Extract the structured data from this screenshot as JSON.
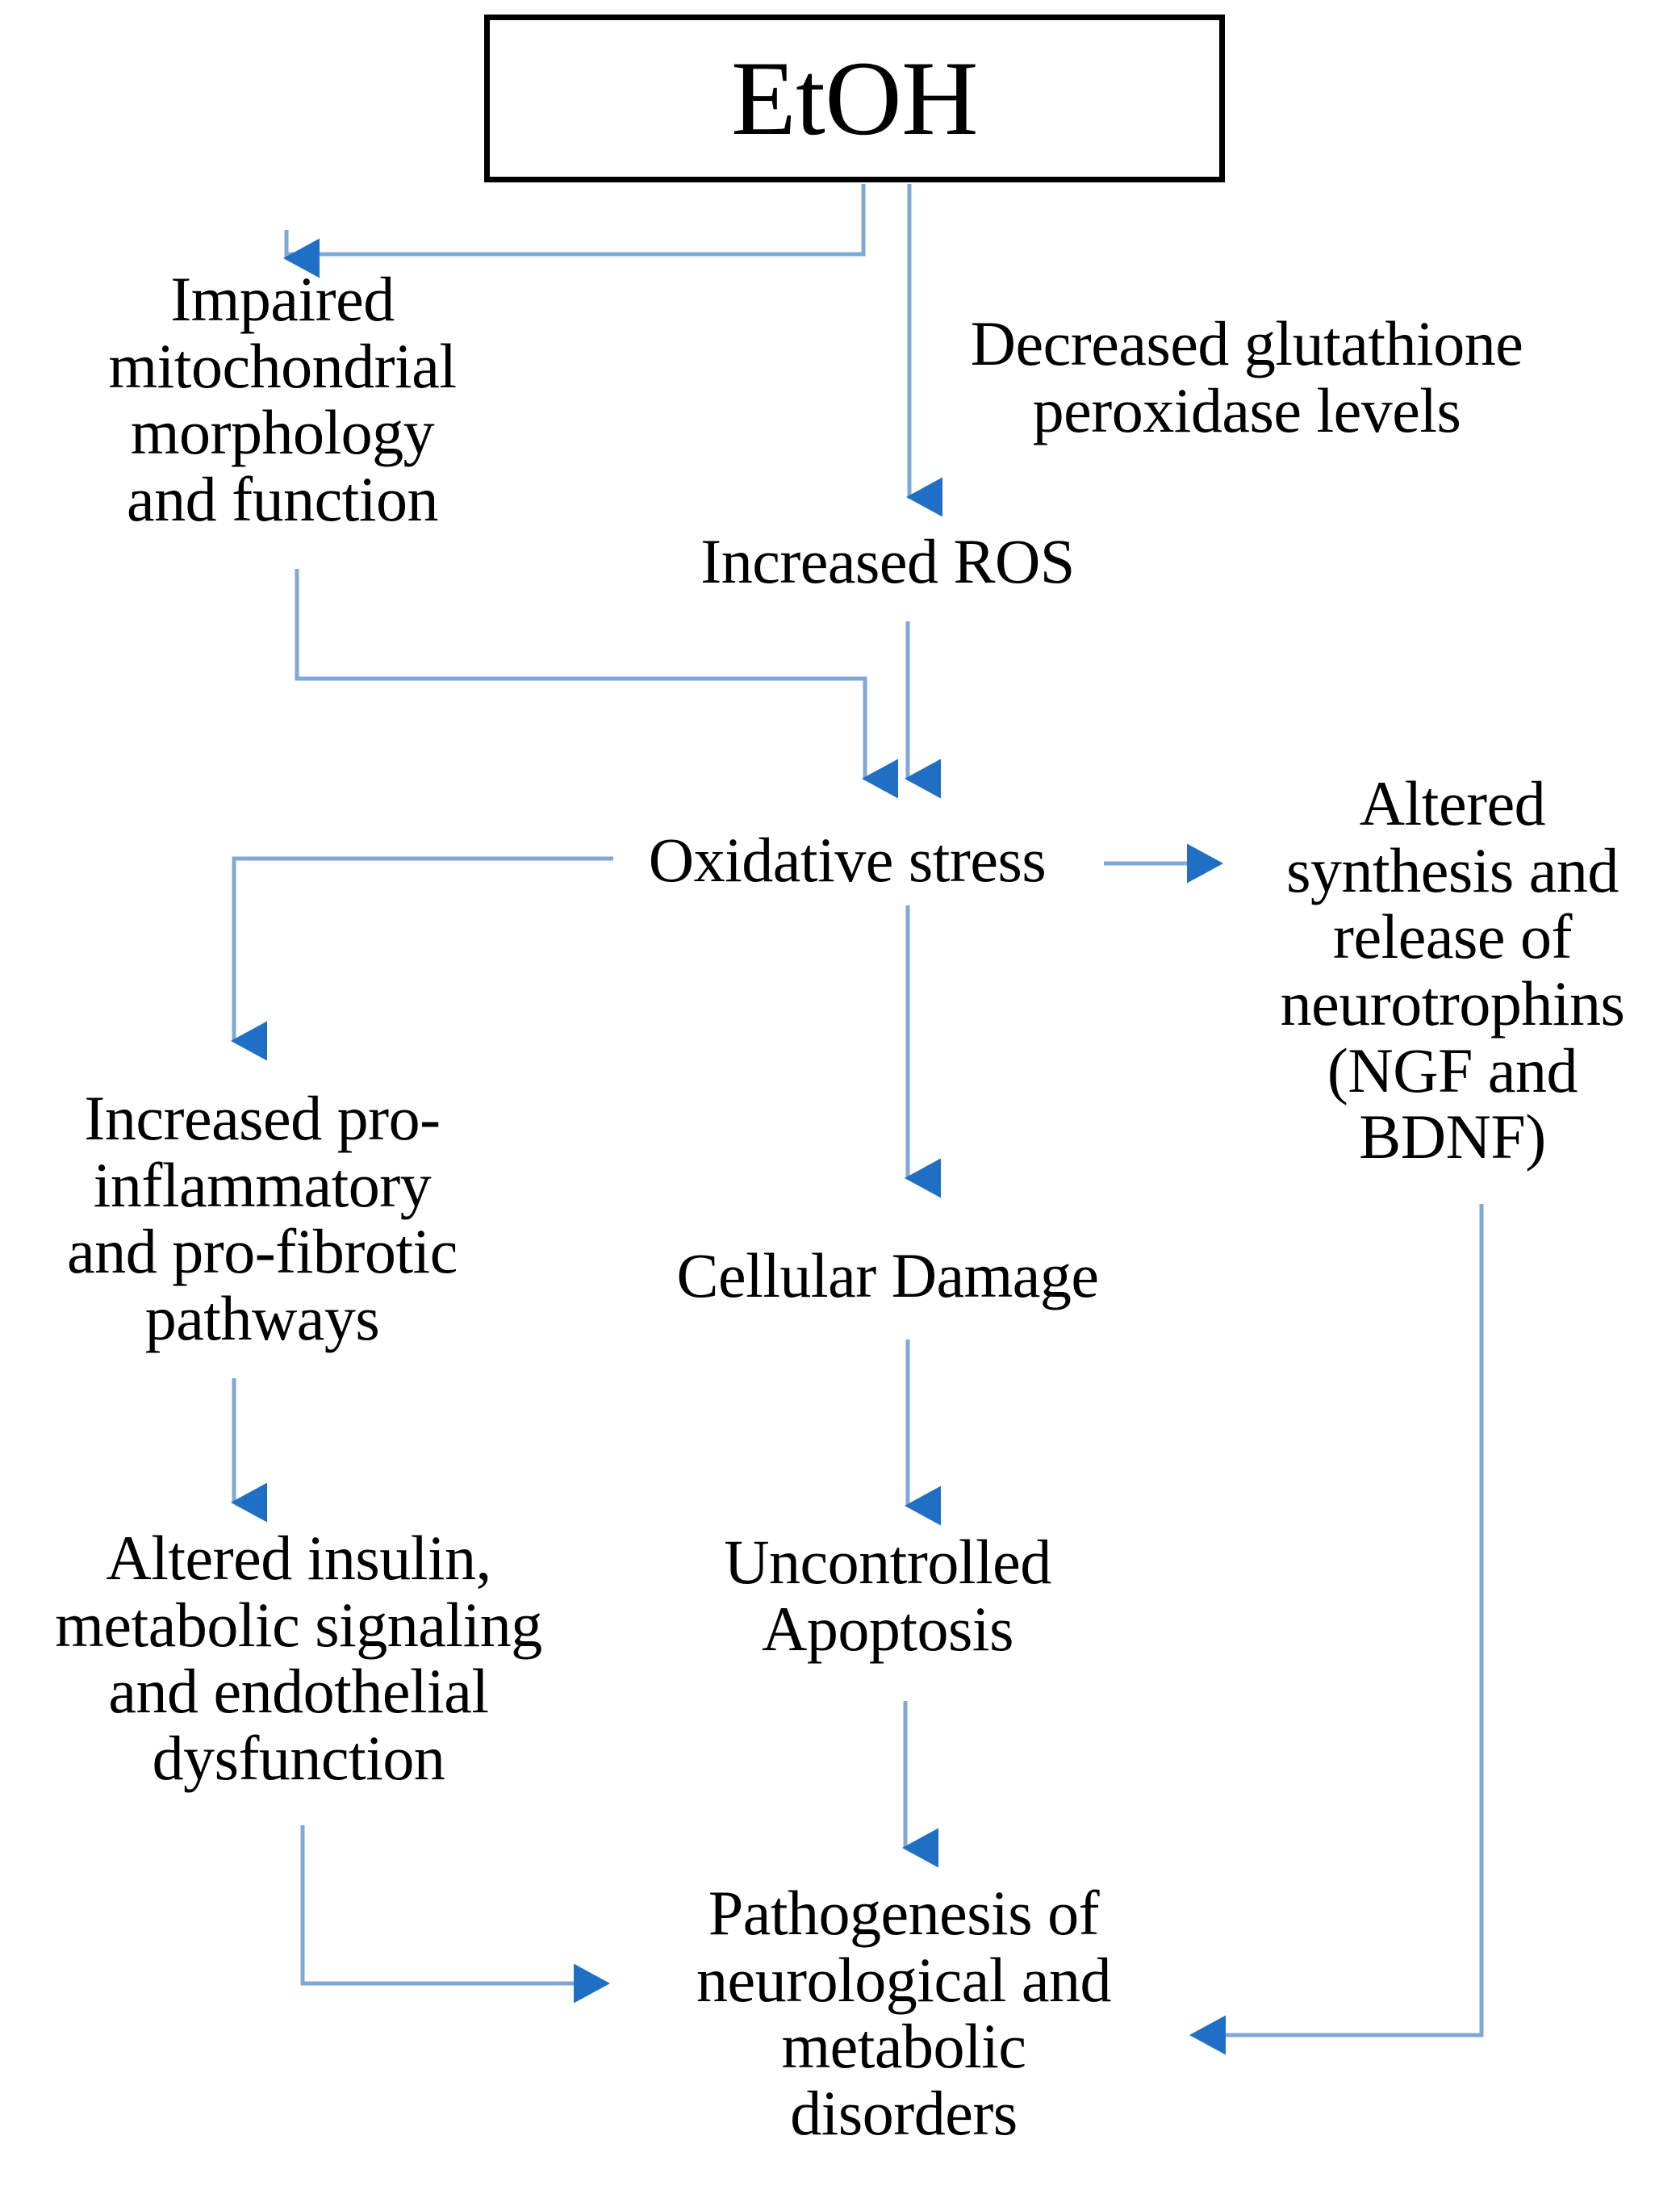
{
  "diagram": {
    "title": "EtOH oxidative stress pathogenesis flowchart",
    "colors": {
      "box_border": "#000000",
      "text": "#000000",
      "background": "#ffffff",
      "connector_line": "#7FA8D6",
      "arrow_head": "#1F6FC4"
    },
    "nodes": {
      "etoh": "EtOH",
      "impaired_mitochondria": "Impaired\nmitochondrial\nmorphology\nand function",
      "decreased_glutathione": "Decreased glutathione\nperoxidase levels",
      "increased_ros": "Increased ROS",
      "oxidative_stress": "Oxidative stress",
      "altered_neurotrophins": "Altered\nsynthesis and\nrelease of\nneurotrophins\n(NGF and\nBDNF)",
      "increased_proinflammatory": "Increased pro-\ninflammatory\nand pro-fibrotic\npathways",
      "cellular_damage": "Cellular Damage",
      "altered_insulin": "Altered insulin,\nmetabolic signaling\nand endothelial\ndysfunction",
      "uncontrolled_apoptosis": "Uncontrolled\nApoptosis",
      "pathogenesis": "Pathogenesis of\nneurological and\nmetabolic\ndisorders"
    },
    "edges": [
      {
        "id": "etoh-to-impaired",
        "from": "etoh",
        "to": "impaired_mitochondria",
        "style": "elbow-left-down"
      },
      {
        "id": "etoh-to-ros",
        "from": "etoh",
        "to": "increased_ros",
        "style": "straight-down"
      },
      {
        "id": "impaired-to-oxstress",
        "from": "impaired_mitochondria",
        "to": "oxidative_stress",
        "style": "elbow-down-right-down"
      },
      {
        "id": "ros-to-oxstress",
        "from": "increased_ros",
        "to": "oxidative_stress",
        "style": "straight-down"
      },
      {
        "id": "oxstress-to-neurotrophins",
        "from": "oxidative_stress",
        "to": "altered_neurotrophins",
        "style": "straight-right"
      },
      {
        "id": "oxstress-to-proinflammatory",
        "from": "oxidative_stress",
        "to": "increased_proinflammatory",
        "style": "elbow-left-down"
      },
      {
        "id": "oxstress-to-cellular",
        "from": "oxidative_stress",
        "to": "cellular_damage",
        "style": "straight-down"
      },
      {
        "id": "proinflammatory-to-insulin",
        "from": "increased_proinflammatory",
        "to": "altered_insulin",
        "style": "straight-down"
      },
      {
        "id": "cellular-to-apoptosis",
        "from": "cellular_damage",
        "to": "uncontrolled_apoptosis",
        "style": "straight-down"
      },
      {
        "id": "apoptosis-to-pathogenesis",
        "from": "uncontrolled_apoptosis",
        "to": "pathogenesis",
        "style": "straight-down"
      },
      {
        "id": "insulin-to-pathogenesis",
        "from": "altered_insulin",
        "to": "pathogenesis",
        "style": "elbow-down-right"
      },
      {
        "id": "neurotrophins-to-pathogenesis",
        "from": "altered_neurotrophins",
        "to": "pathogenesis",
        "style": "elbow-down-left"
      }
    ]
  }
}
